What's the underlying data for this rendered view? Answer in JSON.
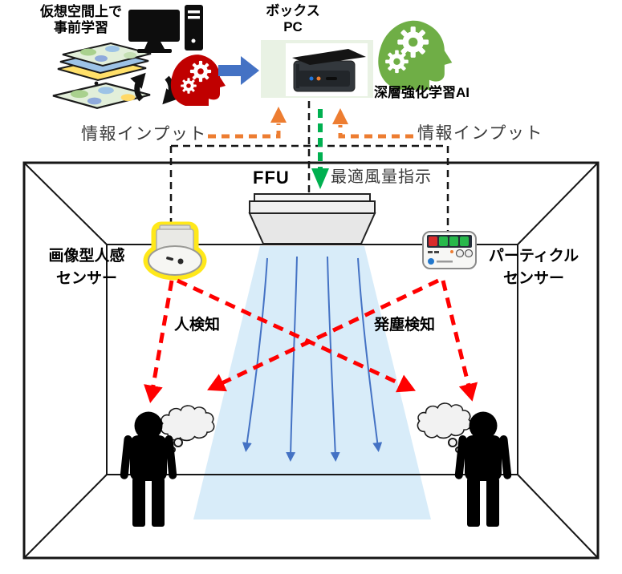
{
  "diagram": {
    "pretraining": {
      "line1": "仮想空間上で",
      "line2": "事前学習"
    },
    "box_pc": {
      "line1": "ボックス",
      "line2": "PC"
    },
    "ai": "深層強化学習AI",
    "info_input_left": "情報インプット",
    "info_input_right": "情報インプット",
    "ffu": "FFU",
    "airflow_command": "最適風量指示",
    "image_human_sensor": {
      "line1": "画像型人感",
      "line2": "センサー"
    },
    "particle_sensor": {
      "line1": "パーティクル",
      "line2": "センサー"
    },
    "human_detection": "人検知",
    "dust_detection": "発塵検知"
  },
  "icons": {
    "computer": "monitor-and-tower",
    "training_layers": "stacked-map-sheets",
    "sync": "circular-arrows",
    "ai_red": "head-with-gears",
    "ai_green": "head-with-gears",
    "transfer": "right-arrow",
    "info_input": "up-arrow",
    "airflow_command": "down-arrow",
    "human_sensor": "ceiling-dome-sensor",
    "particle_sensor": "particle-counter-device",
    "airflow": "down-curved-arrows"
  },
  "colors": {
    "orange": "#ED7D31",
    "green": "#00B050",
    "blue": "#4472C4",
    "panel_green": "#E9F2E4",
    "red": "#FF0000",
    "red_head": "#C00000",
    "green_head": "#6FAE46",
    "cone_blue": "#D8ECF9",
    "glow_yellow": "#FFE81A",
    "line": "#161616"
  }
}
